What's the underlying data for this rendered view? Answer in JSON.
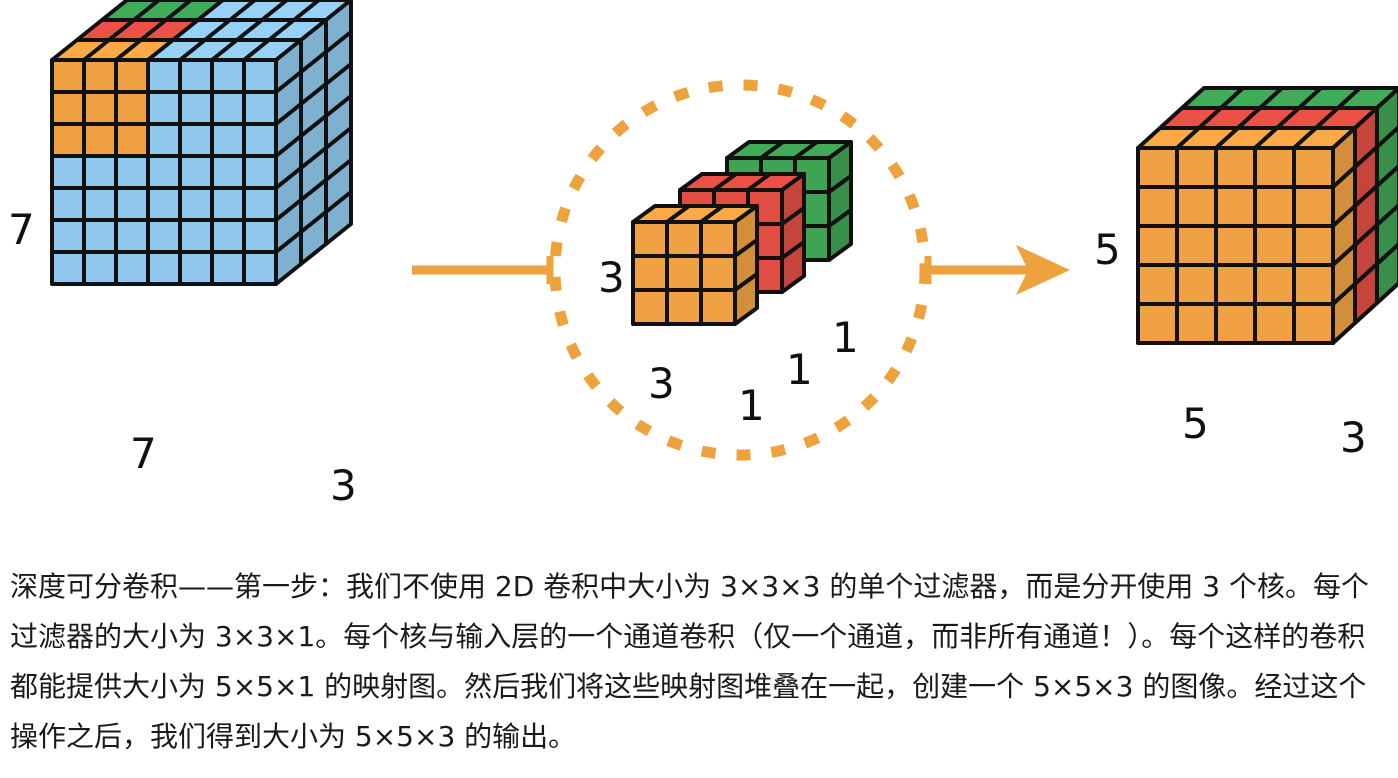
{
  "figure": {
    "input_block": {
      "height_label": "7",
      "width_label": "7",
      "depth_label": "3"
    },
    "kernels": {
      "height_label": "3",
      "width_label": "3",
      "depth_labels": [
        "1",
        "1",
        "1"
      ]
    },
    "output_block": {
      "height_label": "5",
      "width_label": "5",
      "depth_label": "3"
    }
  },
  "colors": {
    "input": "#8fc8ec",
    "orange": "#f0a144",
    "red": "#e04d43",
    "green": "#3fa354",
    "arrow": "#eea23e",
    "edge": "#111111"
  },
  "caption": "深度可分卷积——第一步：我们不使用 2D 卷积中大小为 3×3×3 的单个过滤器，而是分开使用 3 个核。每个过滤器的大小为 3×3×1。每个核与输入层的一个通道卷积（仅一个通道，而非所有通道！）。每个这样的卷积都能提供大小为 5×5×1 的映射图。然后我们将这些映射图堆叠在一起，创建一个 5×5×3 的图像。经过这个操作之后，我们得到大小为 5×5×3 的输出。"
}
